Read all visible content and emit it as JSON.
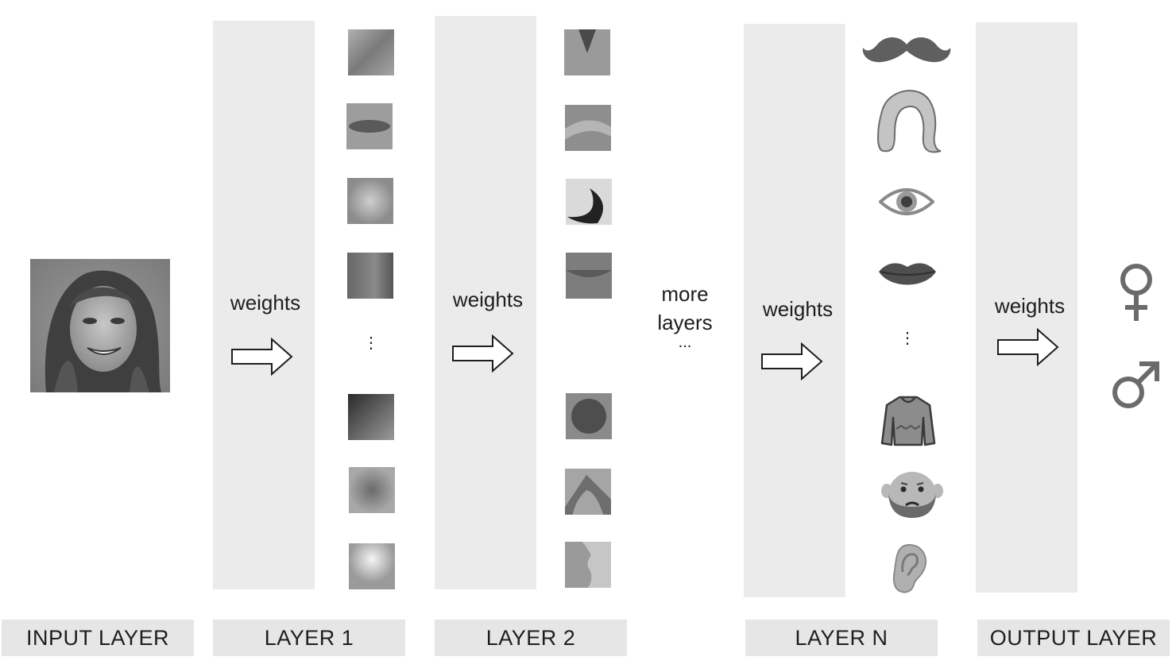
{
  "colors": {
    "band": "#ebebeb",
    "footer": "#e6e6e6",
    "icon": "#6b6b6b",
    "text": "#1e1e1e"
  },
  "labels": {
    "weights": "weights",
    "more_layers_line1": "more",
    "more_layers_line2": "layers",
    "more_layers_ellipsis": "...",
    "vertical_ellipsis": "⋮"
  },
  "footer": {
    "input": "INPUT LAYER",
    "layer1": "LAYER 1",
    "layer2": "LAYER 2",
    "layerN": "LAYER N",
    "output": "OUTPUT LAYER"
  },
  "input_image": {
    "icon": "face-photo"
  },
  "layer_n_icons": [
    "mustache-icon",
    "hair-icon",
    "eye-icon",
    "lips-icon",
    "sweater-icon",
    "bearded-face-icon",
    "ear-icon"
  ],
  "output_icons": [
    "female-symbol-icon",
    "male-symbol-icon"
  ]
}
